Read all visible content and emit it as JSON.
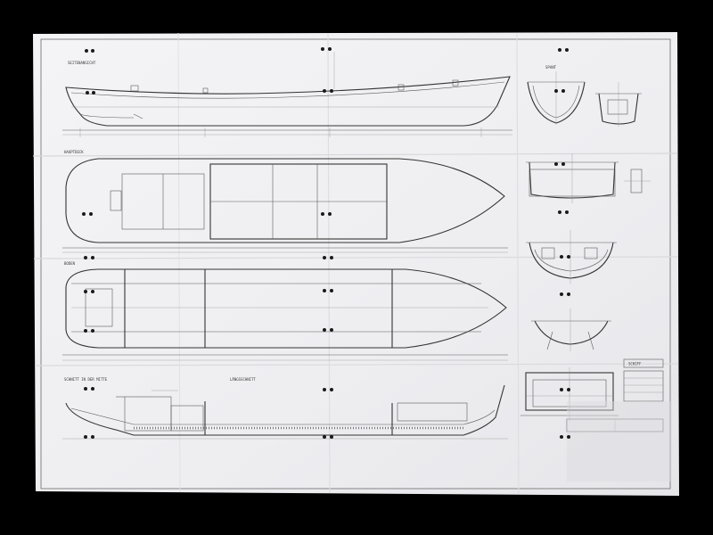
{
  "labels": {
    "side_view": "SEITENANSICHT",
    "deck_plan": "HAUPTDECK",
    "hold_plan": "BODEN",
    "long_section": "SCHNITT IN DER MITTE",
    "long_section_2": "LÄNGSSCHNITT",
    "frame_section": "SPANT",
    "title_block_header": "SCHIFF"
  },
  "colors": {
    "background": "#000000",
    "paper": "#f1f1f3",
    "ink": "#4a4a4a"
  }
}
